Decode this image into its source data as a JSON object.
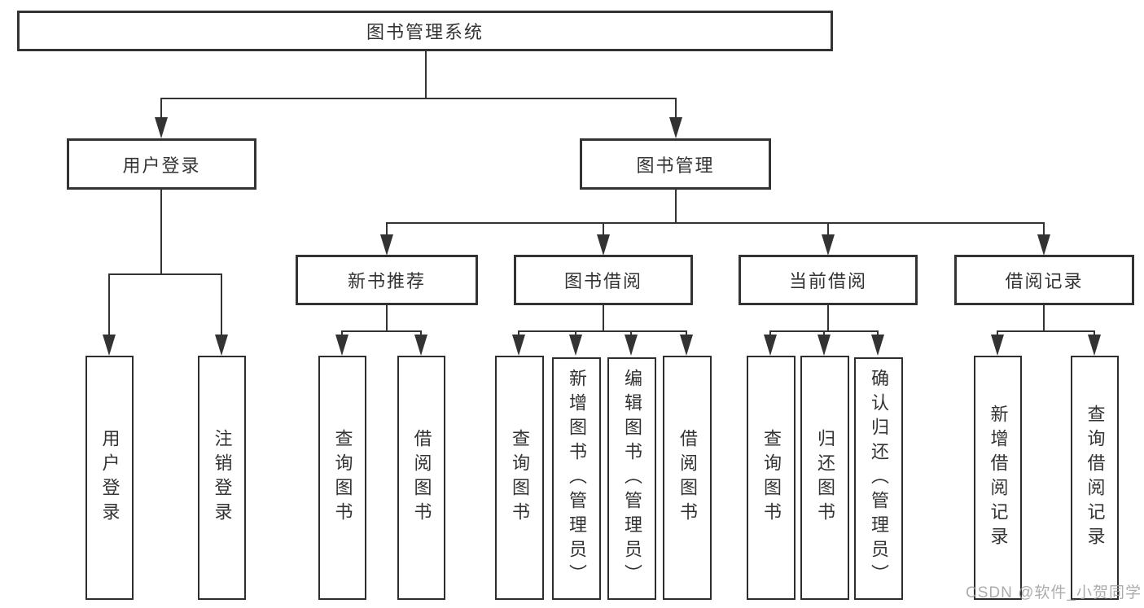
{
  "diagram": {
    "root": "图书管理系统",
    "level2": {
      "user_login": "用户登录",
      "book_mgmt": "图书管理"
    },
    "level3": {
      "new_book": "新书推荐",
      "book_borrow": "图书借阅",
      "current_borrow": "当前借阅",
      "borrow_records": "借阅记录"
    },
    "leaves": {
      "user_login_children": [
        "用户登录",
        "注销登录"
      ],
      "new_book_children": [
        "查询图书",
        "借阅图书"
      ],
      "book_borrow_children": [
        "查询图书",
        "新增图书（管理员）",
        "编辑图书（管理员）",
        "借阅图书"
      ],
      "current_borrow_children": [
        "查询图书",
        "归还图书",
        "确认归还（管理员）"
      ],
      "borrow_records_children": [
        "新增借阅记录",
        "查询借阅记录"
      ]
    }
  },
  "watermark": "CSDN @软件_小贺同学",
  "colors": {
    "line": "#333333",
    "text": "#333333",
    "background": "#ffffff",
    "watermark": "#9e9e9e"
  }
}
